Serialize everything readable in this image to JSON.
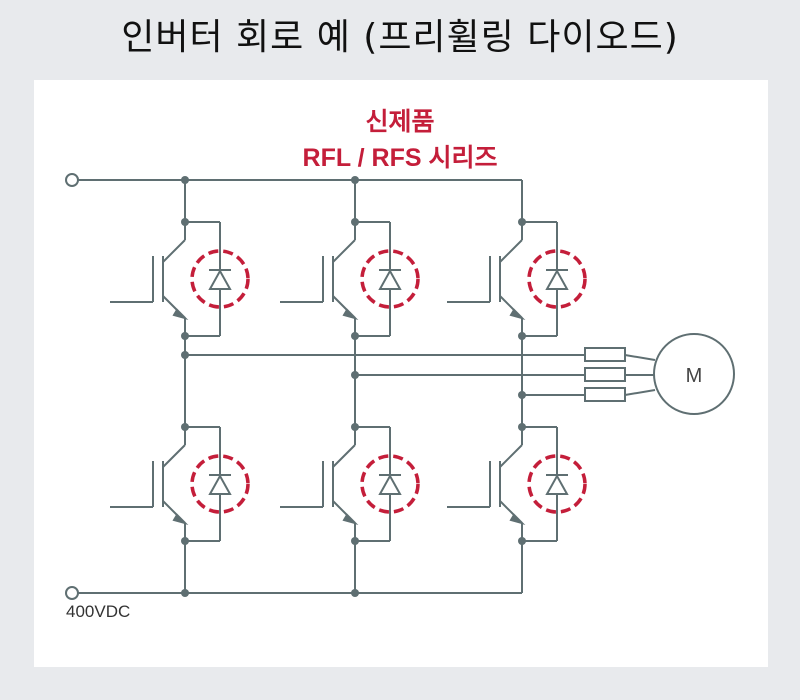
{
  "title": "인버터 회로 예 (프리휠링 다이오드)",
  "product_label_line1": "신제품",
  "product_label_line2": "RFL / RFS 시리즈",
  "motor_label": "M",
  "voltage_label": "400VDC",
  "colors": {
    "wire": "#5f6f72",
    "highlight": "#c41e3a",
    "background": "#e8eaed",
    "panel": "#ffffff"
  }
}
